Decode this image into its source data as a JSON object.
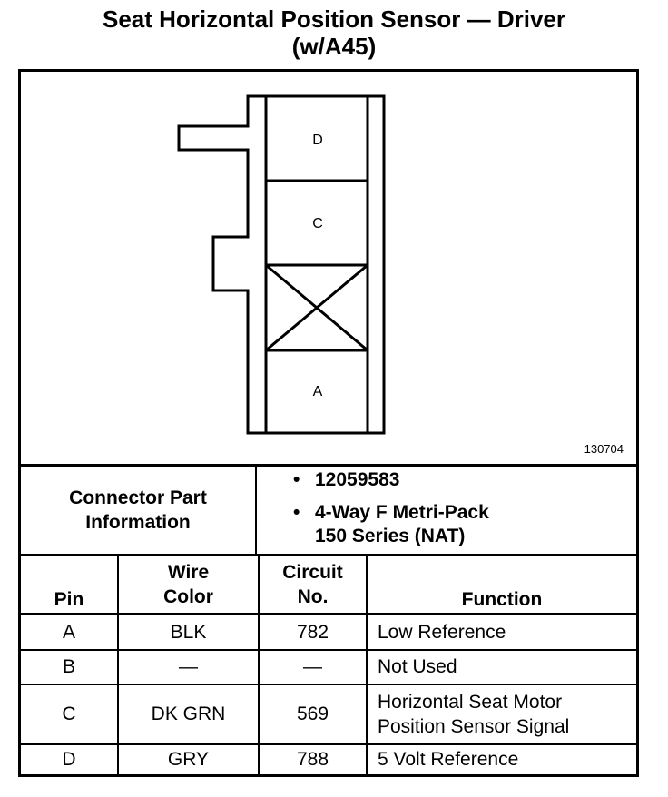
{
  "title": {
    "line1": "Seat Horizontal Position Sensor — Driver",
    "line2": "(w/A45)"
  },
  "diagram": {
    "figure_number": "130704",
    "cavities": [
      "D",
      "C",
      "A"
    ]
  },
  "connector_info": {
    "label_line1": "Connector Part",
    "label_line2": "Information",
    "part_number": "12059583",
    "description_line1": "4-Way F Metri-Pack",
    "description_line2": "150 Series (NAT)"
  },
  "table": {
    "headers": {
      "pin": "Pin",
      "wire_color_1": "Wire",
      "wire_color_2": "Color",
      "circuit_1": "Circuit",
      "circuit_2": "No.",
      "function": "Function"
    },
    "rows": [
      {
        "pin": "A",
        "wire": "BLK",
        "circuit": "782",
        "function_1": "Low Reference",
        "function_2": ""
      },
      {
        "pin": "B",
        "wire": "—",
        "circuit": "—",
        "function_1": "Not Used",
        "function_2": ""
      },
      {
        "pin": "C",
        "wire": "DK GRN",
        "circuit": "569",
        "function_1": "Horizontal Seat Motor",
        "function_2": "Position Sensor Signal"
      },
      {
        "pin": "D",
        "wire": "GRY",
        "circuit": "788",
        "function_1": "5 Volt Reference",
        "function_2": ""
      }
    ]
  }
}
